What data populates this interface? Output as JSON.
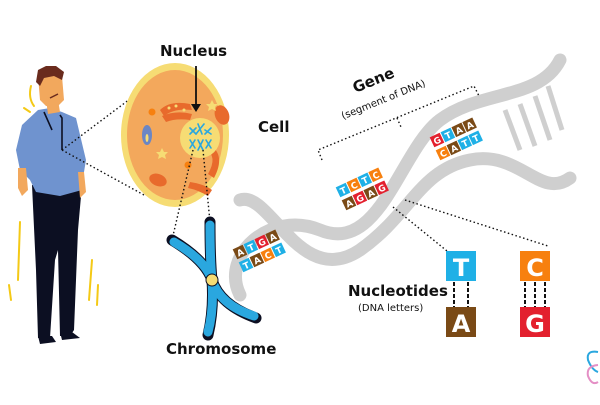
{
  "labels": {
    "nucleus": "Nucleus",
    "cell": "Cell",
    "gene": "Gene",
    "gene_sub": "(segment of DNA)",
    "chromosome": "Chromosome",
    "nucleotides": "Nucleotides",
    "nucleotides_sub": "(DNA letters)"
  },
  "colors": {
    "A": "#7a4a16",
    "T": "#1fb0e6",
    "G": "#e3202e",
    "C": "#f7800f",
    "helix": "#cfcfcf",
    "cell_outer": "#f6dc74",
    "cell_inner": "#f3a85c",
    "chromosome": "#2aa7df",
    "shirt": "#6f93cf",
    "pants": "#0c0f22",
    "skin": "#f2a85d",
    "hair": "#6a2b1d",
    "accent_lines": "#f4c916"
  },
  "dna_segments": [
    {
      "top": "ATGA",
      "bottom": "TACT"
    },
    {
      "top": "TCTC",
      "bottom": "AGAG"
    },
    {
      "top": "GTAA",
      "bottom": "CATT"
    }
  ],
  "nucleotide_pairs": [
    {
      "top": "T",
      "bottom": "A"
    },
    {
      "top": "C",
      "bottom": "G"
    }
  ]
}
